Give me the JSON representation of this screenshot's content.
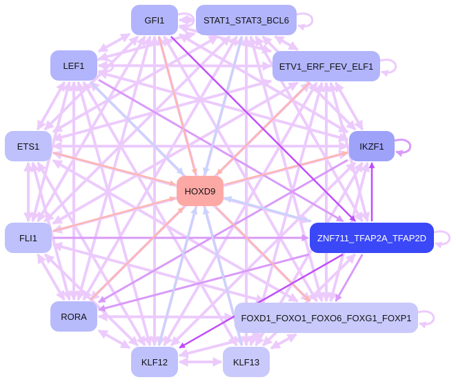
{
  "colors": {
    "edge_light": "#eccbfc",
    "edge_medium": "#d99af9",
    "edge_strong": "#c04cf9",
    "edge_salmon": "#fdb6b0",
    "edge_blue": "#c9d3fb"
  },
  "nodes": [
    {
      "id": "GFI1",
      "label": "GFI1",
      "color": "#b2b5fb",
      "text": "#111"
    },
    {
      "id": "STAT",
      "label": "STAT1_STAT3_BCL6",
      "color": "#b2b5fb",
      "text": "#111"
    },
    {
      "id": "ETV1",
      "label": "ETV1_ERF_FEV_ELF1",
      "color": "#b2b5fb",
      "text": "#111"
    },
    {
      "id": "LEF1",
      "label": "LEF1",
      "color": "#b2b5fb",
      "text": "#111"
    },
    {
      "id": "ETS1",
      "label": "ETS1",
      "color": "#bec1fb",
      "text": "#111"
    },
    {
      "id": "IKZF1",
      "label": "IKZF1",
      "color": "#9ea2f9",
      "text": "#111"
    },
    {
      "id": "HOXD9",
      "label": "HOXD9",
      "color": "#fca9a6",
      "text": "#111"
    },
    {
      "id": "FLI1",
      "label": "FLI1",
      "color": "#bec1fb",
      "text": "#111"
    },
    {
      "id": "ZNF711",
      "label": "ZNF711_TFAP2A_TFAP2D",
      "color": "#3a48f8",
      "text": "#fff"
    },
    {
      "id": "RORA",
      "label": "RORA",
      "color": "#b8bbfb",
      "text": "#111"
    },
    {
      "id": "FOXD1",
      "label": "FOXD1_FOXO1_FOXO6_FOXG1_FOXP1",
      "color": "#c9c9fc",
      "text": "#111"
    },
    {
      "id": "KLF12",
      "label": "KLF12",
      "color": "#bec1fb",
      "text": "#111"
    },
    {
      "id": "KLF13",
      "label": "KLF13",
      "color": "#c9c9fc",
      "text": "#111"
    }
  ],
  "edges": [
    [
      "GFI1",
      "STAT",
      "light"
    ],
    [
      "GFI1",
      "ETV1",
      "light"
    ],
    [
      "GFI1",
      "LEF1",
      "light"
    ],
    [
      "GFI1",
      "ETS1",
      "light"
    ],
    [
      "GFI1",
      "IKZF1",
      "light"
    ],
    [
      "GFI1",
      "FLI1",
      "light"
    ],
    [
      "GFI1",
      "ZNF711",
      "strong"
    ],
    [
      "GFI1",
      "RORA",
      "light"
    ],
    [
      "GFI1",
      "FOXD1",
      "light"
    ],
    [
      "GFI1",
      "KLF12",
      "light"
    ],
    [
      "GFI1",
      "KLF13",
      "light"
    ],
    [
      "GFI1",
      "HOXD9",
      "salmon"
    ],
    [
      "STAT",
      "ETV1",
      "light"
    ],
    [
      "STAT",
      "LEF1",
      "light"
    ],
    [
      "STAT",
      "ETS1",
      "light"
    ],
    [
      "STAT",
      "IKZF1",
      "light"
    ],
    [
      "STAT",
      "FLI1",
      "light"
    ],
    [
      "STAT",
      "ZNF711",
      "light"
    ],
    [
      "STAT",
      "RORA",
      "light"
    ],
    [
      "STAT",
      "FOXD1",
      "light"
    ],
    [
      "STAT",
      "KLF12",
      "light"
    ],
    [
      "STAT",
      "KLF13",
      "light"
    ],
    [
      "STAT",
      "HOXD9",
      "blue"
    ],
    [
      "ETV1",
      "LEF1",
      "light"
    ],
    [
      "ETV1",
      "ETS1",
      "light"
    ],
    [
      "ETV1",
      "IKZF1",
      "light"
    ],
    [
      "ETV1",
      "FLI1",
      "light"
    ],
    [
      "ETV1",
      "RORA",
      "light"
    ],
    [
      "ETV1",
      "FOXD1",
      "light"
    ],
    [
      "ETV1",
      "KLF12",
      "light"
    ],
    [
      "ETV1",
      "KLF13",
      "light"
    ],
    [
      "ETV1",
      "HOXD9",
      "salmon"
    ],
    [
      "ETV1",
      "ZNF711",
      "light"
    ],
    [
      "LEF1",
      "ETS1",
      "light"
    ],
    [
      "LEF1",
      "IKZF1",
      "light"
    ],
    [
      "LEF1",
      "FLI1",
      "light"
    ],
    [
      "LEF1",
      "ZNF711",
      "medium"
    ],
    [
      "LEF1",
      "RORA",
      "light"
    ],
    [
      "LEF1",
      "FOXD1",
      "light"
    ],
    [
      "LEF1",
      "KLF12",
      "light"
    ],
    [
      "LEF1",
      "KLF13",
      "light"
    ],
    [
      "LEF1",
      "HOXD9",
      "blue"
    ],
    [
      "ETS1",
      "IKZF1",
      "light"
    ],
    [
      "ETS1",
      "FLI1",
      "light"
    ],
    [
      "ETS1",
      "ZNF711",
      "light"
    ],
    [
      "ETS1",
      "RORA",
      "light"
    ],
    [
      "ETS1",
      "FOXD1",
      "light"
    ],
    [
      "ETS1",
      "KLF12",
      "light"
    ],
    [
      "ETS1",
      "HOXD9",
      "salmon"
    ],
    [
      "IKZF1",
      "FLI1",
      "light"
    ],
    [
      "IKZF1",
      "RORA",
      "medium"
    ],
    [
      "IKZF1",
      "FOXD1",
      "light"
    ],
    [
      "IKZF1",
      "KLF12",
      "light"
    ],
    [
      "IKZF1",
      "KLF13",
      "light"
    ],
    [
      "HOXD9",
      "IKZF1",
      "salmon"
    ],
    [
      "ZNF711",
      "IKZF1",
      "strong"
    ],
    [
      "FLI1",
      "ZNF711",
      "medium"
    ],
    [
      "FLI1",
      "RORA",
      "light"
    ],
    [
      "FLI1",
      "FOXD1",
      "light"
    ],
    [
      "FLI1",
      "KLF12",
      "light"
    ],
    [
      "FLI1",
      "HOXD9",
      "salmon"
    ],
    [
      "ZNF711",
      "HOXD9",
      "blue"
    ],
    [
      "ZNF711",
      "RORA",
      "medium"
    ],
    [
      "ZNF711",
      "FOXD1",
      "medium"
    ],
    [
      "ZNF711",
      "KLF12",
      "strong"
    ],
    [
      "ZNF711",
      "KLF13",
      "light"
    ],
    [
      "RORA",
      "FOXD1",
      "light"
    ],
    [
      "RORA",
      "KLF12",
      "light"
    ],
    [
      "RORA",
      "HOXD9",
      "salmon"
    ],
    [
      "FOXD1",
      "KLF12",
      "light"
    ],
    [
      "FOXD1",
      "KLF13",
      "light"
    ],
    [
      "HOXD9",
      "FOXD1",
      "salmon"
    ],
    [
      "KLF12",
      "HOXD9",
      "blue"
    ],
    [
      "KLF12",
      "KLF13",
      "light"
    ],
    [
      "KLF13",
      "HOXD9",
      "blue"
    ]
  ],
  "self_loops": [
    "GFI1",
    "STAT",
    "ETV1",
    "LEF1",
    "IKZF1",
    "ZNF711",
    "FOXD1"
  ]
}
